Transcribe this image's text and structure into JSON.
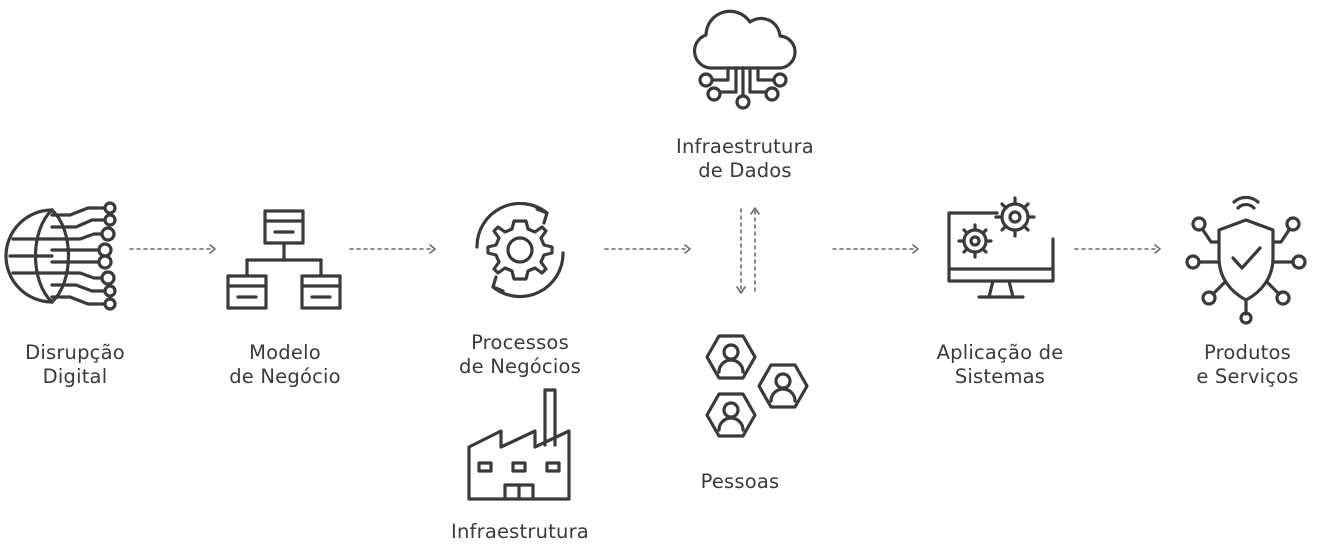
{
  "nodes": {
    "disruption": {
      "line1": "Disrupção",
      "line2": "Digital",
      "icon": "circuit-globe-icon"
    },
    "business_model": {
      "line1": "Modelo",
      "line2": "de Negócio",
      "icon": "org-chart-icon"
    },
    "business_processes": {
      "line1": "Processos",
      "line2": "de Negócios",
      "icon": "gear-cycle-icon"
    },
    "infrastructure": {
      "line1": "Infraestrutura",
      "icon": "factory-icon"
    },
    "data_infrastructure": {
      "line1": "Infraestrutura",
      "line2": "de Dados",
      "icon": "cloud-network-icon"
    },
    "people": {
      "line1": "Pessoas",
      "icon": "people-hexagons-icon"
    },
    "systems_application": {
      "line1": "Aplicação de",
      "line2": "Sistemas",
      "icon": "monitor-gears-icon"
    },
    "products_services": {
      "line1": "Produtos",
      "line2": "e Serviços",
      "icon": "shield-check-network-icon"
    }
  },
  "colors": {
    "stroke": "#3a3a3a",
    "arrow": "#6a6a6a",
    "background": "#ffffff"
  }
}
